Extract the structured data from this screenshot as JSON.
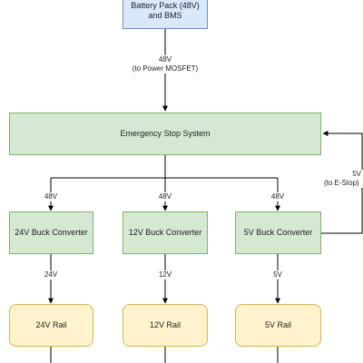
{
  "nodes": {
    "battery_pack": {
      "line1": "Battery Pack (48V)",
      "line2": "and BMS"
    },
    "emergency_stop": {
      "label": "Emergency Stop System"
    },
    "buck_24v": {
      "label": "24V Buck Converter"
    },
    "buck_12v": {
      "label": "12V Buck Converter"
    },
    "buck_5v": {
      "label": "5V Buck Converter"
    },
    "rail_24v": {
      "label": "24V Rail"
    },
    "rail_12v": {
      "label": "12V Rail"
    },
    "rail_5v": {
      "label": "5V Rail"
    }
  },
  "edges": {
    "battery_to_estop": {
      "line1": "48V",
      "line2": "(to Power MOSFET)"
    },
    "estop_to_24v": {
      "label": "48V"
    },
    "estop_to_12v": {
      "label": "48V"
    },
    "estop_to_5v": {
      "label": "48V"
    },
    "buck24_to_rail": {
      "label": "24V"
    },
    "buck12_to_rail": {
      "label": "12V"
    },
    "buck5_to_rail": {
      "label": "5V"
    },
    "buck5_feedback": {
      "line1": "5V",
      "line2": "(to E-Stop)"
    }
  },
  "colors": {
    "line": "#000000",
    "blue_fill": "#dae8fc",
    "green_fill": "#d5e8d4",
    "yellow_fill": "#fff2cc"
  }
}
